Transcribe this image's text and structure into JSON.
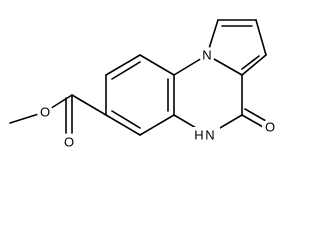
{
  "diagram": {
    "type": "chemical-structure",
    "atoms": {
      "N1": "N",
      "NH": "N",
      "H": "H",
      "O_carbonyl": "O",
      "O_ester_double": "O",
      "O_ester_single": "O"
    }
  },
  "colors": {
    "bond": "#000000",
    "background": "#ffffff"
  }
}
